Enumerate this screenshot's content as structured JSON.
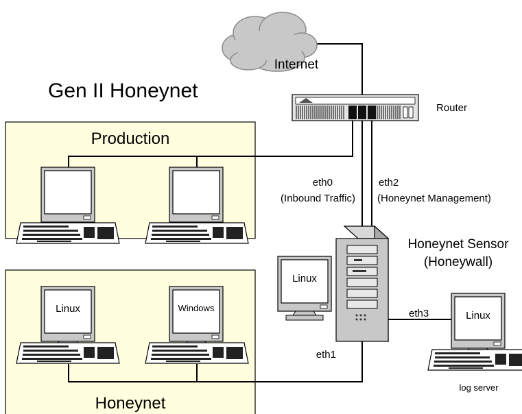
{
  "title": "Gen II Honeynet",
  "zones": {
    "production": "Production",
    "honeynet": "Honeynet"
  },
  "cloud_label": "Internet",
  "router_label": "Router",
  "interfaces": {
    "eth0": "eth0",
    "eth0_desc": "(Inbound Traffic)",
    "eth2": "eth2",
    "eth2_desc": "(Honeynet Management)",
    "eth1": "eth1",
    "eth3": "eth3"
  },
  "sensor": {
    "line1": "Honeynet Sensor",
    "line2": "(Honeywall)"
  },
  "screens": {
    "linux": "Linux",
    "windows": "Windows"
  },
  "log_server_label": "log server",
  "colors": {
    "zone_fill": "#ffffe0",
    "cloud": "#c8c8c8",
    "device": "#c0c0c0",
    "dark": "#303030"
  }
}
